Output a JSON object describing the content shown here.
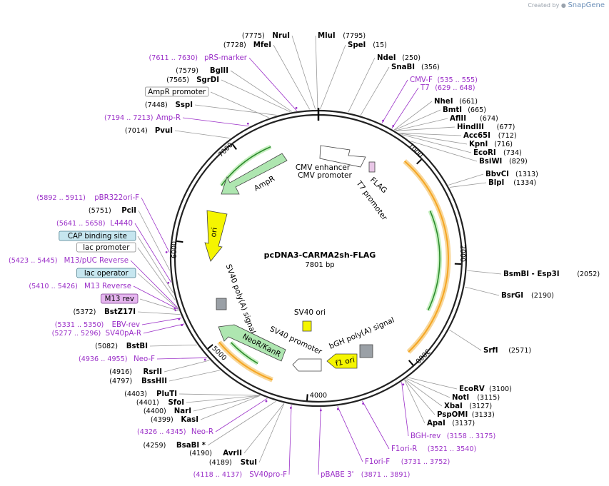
{
  "credit": {
    "prefix": "Created by",
    "brand": "SnapGene"
  },
  "plasmid": {
    "name": "pcDNA3-CARMA2sh-FLAG",
    "length_label": "7801 bp",
    "length": 7801
  },
  "colors": {
    "ring": "#222222",
    "leader": "#9a9a9a",
    "primer": "#9b30c8",
    "enzyme": "#000000",
    "feature_green": "#aee6b0",
    "feature_yellow": "#f5f500",
    "feature_gray": "#9aa0a6",
    "feature_orange": "#f5a623",
    "feature_box": "#c6e6ef"
  },
  "ticks": [
    {
      "pos": 1000,
      "label": "1000"
    },
    {
      "pos": 2000,
      "label": "2000"
    },
    {
      "pos": 3000,
      "label": "3000"
    },
    {
      "pos": 4000,
      "label": "4000"
    },
    {
      "pos": 5000,
      "label": "5000"
    },
    {
      "pos": 6000,
      "label": "6000"
    },
    {
      "pos": 7000,
      "label": "7000"
    }
  ],
  "labels": [
    {
      "id": "nrui",
      "coord": "(7775)",
      "name": "NruI",
      "kind": "enzyme",
      "pos": 7775
    },
    {
      "id": "mfei",
      "coord": "(7728)",
      "name": "MfeI",
      "kind": "enzyme",
      "pos": 7728
    },
    {
      "id": "mlui",
      "coord": "(7795)",
      "name": "MluI",
      "kind": "enzyme",
      "pos": 7795
    },
    {
      "id": "spei",
      "coord": "(15)",
      "name": "SpeI",
      "kind": "enzyme",
      "pos": 15
    },
    {
      "id": "prs",
      "coord": "(7611 .. 7630)",
      "name": "pRS-marker",
      "kind": "primer",
      "pos": 7620
    },
    {
      "id": "ndei",
      "coord": "(250)",
      "name": "NdeI",
      "kind": "enzyme",
      "pos": 250
    },
    {
      "id": "bglii",
      "coord": "(7579)",
      "name": "BglII",
      "kind": "enzyme",
      "pos": 7579
    },
    {
      "id": "snabi",
      "coord": "(356)",
      "name": "SnaBI",
      "kind": "enzyme",
      "pos": 356
    },
    {
      "id": "sgrdi",
      "coord": "(7565)",
      "name": "SgrDI",
      "kind": "enzyme",
      "pos": 7565
    },
    {
      "id": "cmvf",
      "coord": "(535 .. 555)",
      "name": "CMV-F",
      "kind": "primer",
      "pos": 545
    },
    {
      "id": "ampr_prom",
      "coord": "",
      "name": "AmpR promoter",
      "kind": "feature",
      "pos": 7380
    },
    {
      "id": "t7",
      "coord": "(629 .. 648)",
      "name": "T7",
      "kind": "primer",
      "pos": 638
    },
    {
      "id": "sspi",
      "coord": "(7448)",
      "name": "SspI",
      "kind": "enzyme",
      "pos": 7448
    },
    {
      "id": "nhei",
      "coord": "(661)",
      "name": "NheI",
      "kind": "enzyme",
      "pos": 661
    },
    {
      "id": "bmti",
      "coord": "(665)",
      "name": "BmtI",
      "kind": "enzyme",
      "pos": 665
    },
    {
      "id": "ampr_r",
      "coord": "(7194 .. 7213)",
      "name": "Amp-R",
      "kind": "primer",
      "pos": 7203
    },
    {
      "id": "aflii",
      "coord": "(674)",
      "name": "AflII",
      "kind": "enzyme",
      "pos": 674
    },
    {
      "id": "hindiii",
      "coord": "(677)",
      "name": "HindIII",
      "kind": "enzyme",
      "pos": 677
    },
    {
      "id": "pvui",
      "coord": "(7014)",
      "name": "PvuI",
      "kind": "enzyme",
      "pos": 7014
    },
    {
      "id": "acc65i",
      "coord": "(712)",
      "name": "Acc65I",
      "kind": "enzyme",
      "pos": 712
    },
    {
      "id": "kpni",
      "coord": "(716)",
      "name": "KpnI",
      "kind": "enzyme",
      "pos": 716
    },
    {
      "id": "ecori",
      "coord": "(734)",
      "name": "EcoRI",
      "kind": "enzyme",
      "pos": 734
    },
    {
      "id": "bsiwi",
      "coord": "(829)",
      "name": "BsiWI",
      "kind": "enzyme",
      "pos": 829
    },
    {
      "id": "bbvci",
      "coord": "(1313)",
      "name": "BbvCI",
      "kind": "enzyme",
      "pos": 1313
    },
    {
      "id": "blpi",
      "coord": "(1334)",
      "name": "BlpI",
      "kind": "enzyme",
      "pos": 1334
    },
    {
      "id": "pbr322",
      "coord": "(5892 .. 5911)",
      "name": "pBR322ori-F",
      "kind": "primer",
      "pos": 5901
    },
    {
      "id": "pcii",
      "coord": "(5751)",
      "name": "PciI",
      "kind": "enzyme",
      "pos": 5751
    },
    {
      "id": "l4440",
      "coord": "(5641 .. 5658)",
      "name": "L4440",
      "kind": "primer",
      "pos": 5650
    },
    {
      "id": "cap",
      "coord": "",
      "name": "CAP binding site",
      "kind": "feature",
      "pos": 5560
    },
    {
      "id": "lacprom",
      "coord": "",
      "name": "lac promoter",
      "kind": "feature",
      "pos": 5500
    },
    {
      "id": "m13puc",
      "coord": "(5423 .. 5445)",
      "name": "M13/pUC Reverse",
      "kind": "primer",
      "pos": 5434
    },
    {
      "id": "lacop",
      "coord": "",
      "name": "lac operator",
      "kind": "feature",
      "pos": 5420
    },
    {
      "id": "bsmbi",
      "coord": "(2052)",
      "name": "BsmBI  - Esp3I",
      "kind": "enzyme",
      "pos": 2052
    },
    {
      "id": "m13rev",
      "coord": "(5410 .. 5426)",
      "name": "M13 Reverse",
      "kind": "primer",
      "pos": 5418
    },
    {
      "id": "bsrgi",
      "coord": "(2190)",
      "name": "BsrGI",
      "kind": "enzyme",
      "pos": 2190
    },
    {
      "id": "m13r",
      "coord": "",
      "name": "M13 rev",
      "kind": "feature",
      "pos": 5405
    },
    {
      "id": "bstz17i",
      "coord": "(5372)",
      "name": "BstZ17I",
      "kind": "enzyme",
      "pos": 5372
    },
    {
      "id": "ebvrev",
      "coord": "(5331 .. 5350)",
      "name": "EBV-rev",
      "kind": "primer",
      "pos": 5340
    },
    {
      "id": "sv40par",
      "coord": "(5277 .. 5296)",
      "name": "SV40pA-R",
      "kind": "primer",
      "pos": 5286
    },
    {
      "id": "srfi",
      "coord": "(2571)",
      "name": "SrfI",
      "kind": "enzyme",
      "pos": 2571
    },
    {
      "id": "bstbi",
      "coord": "(5082)",
      "name": "BstBI",
      "kind": "enzyme",
      "pos": 5082
    },
    {
      "id": "neof",
      "coord": "(4936 .. 4955)",
      "name": "Neo-F",
      "kind": "primer",
      "pos": 4945
    },
    {
      "id": "rsrii",
      "coord": "(4916)",
      "name": "RsrII",
      "kind": "enzyme",
      "pos": 4916
    },
    {
      "id": "bsshii",
      "coord": "(4797)",
      "name": "BssHII",
      "kind": "enzyme",
      "pos": 4797
    },
    {
      "id": "ecorv",
      "coord": "(3100)",
      "name": "EcoRV",
      "kind": "enzyme",
      "pos": 3100
    },
    {
      "id": "noti",
      "coord": "(3115)",
      "name": "NotI",
      "kind": "enzyme",
      "pos": 3115
    },
    {
      "id": "pluti",
      "coord": "(4403)",
      "name": "PluTI",
      "kind": "enzyme",
      "pos": 4403
    },
    {
      "id": "xbai",
      "coord": "(3127)",
      "name": "XbaI",
      "kind": "enzyme",
      "pos": 3127
    },
    {
      "id": "sfoi",
      "coord": "(4401)",
      "name": "SfoI",
      "kind": "enzyme",
      "pos": 4401
    },
    {
      "id": "pspomi",
      "coord": "(3133)",
      "name": "PspOMI",
      "kind": "enzyme",
      "pos": 3133
    },
    {
      "id": "nari",
      "coord": "(4400)",
      "name": "NarI",
      "kind": "enzyme",
      "pos": 4400
    },
    {
      "id": "apai",
      "coord": "(3137)",
      "name": "ApaI",
      "kind": "enzyme",
      "pos": 3137
    },
    {
      "id": "kasi",
      "coord": "(4399)",
      "name": "KasI",
      "kind": "enzyme",
      "pos": 4399
    },
    {
      "id": "neor",
      "coord": "(4326 .. 4345)",
      "name": "Neo-R",
      "kind": "primer",
      "pos": 4335
    },
    {
      "id": "bghrev",
      "coord": "(3158 .. 3175)",
      "name": "BGH-rev",
      "kind": "primer",
      "pos": 3166
    },
    {
      "id": "bsabi",
      "coord": "(4259)",
      "name": "BsaBI *",
      "kind": "enzyme",
      "pos": 4259
    },
    {
      "id": "f1orir",
      "coord": "(3521 .. 3540)",
      "name": "F1ori-R",
      "kind": "primer",
      "pos": 3530
    },
    {
      "id": "avrii",
      "coord": "(4190)",
      "name": "AvrII",
      "kind": "enzyme",
      "pos": 4190
    },
    {
      "id": "f1orif",
      "coord": "(3731 .. 3752)",
      "name": "F1ori-F",
      "kind": "primer",
      "pos": 3741
    },
    {
      "id": "stui",
      "coord": "(4189)",
      "name": "StuI",
      "kind": "enzyme",
      "pos": 4189
    },
    {
      "id": "sv40prof",
      "coord": "(4118 .. 4137)",
      "name": "SV40pro-F",
      "kind": "primer",
      "pos": 4127
    },
    {
      "id": "pbabe",
      "coord": "(3871 .. 3891)",
      "name": "pBABE 3'",
      "kind": "primer",
      "pos": 3881
    }
  ],
  "features": {
    "cmv_enhancer": "CMV enhancer",
    "cmv_promoter": "CMV promoter",
    "flag": "FLAG",
    "t7_promoter": "T7 promoter",
    "ampr": "AmpR",
    "ori": "ori",
    "sv40_polya": "SV40 poly(A) signal",
    "sv40_ori": "SV40 ori",
    "bgh_polya": "bGH poly(A) signal",
    "sv40_promoter": "SV40 promoter",
    "neor_kanr": "NeoR/KanR",
    "f1_ori": "f1 ori"
  }
}
